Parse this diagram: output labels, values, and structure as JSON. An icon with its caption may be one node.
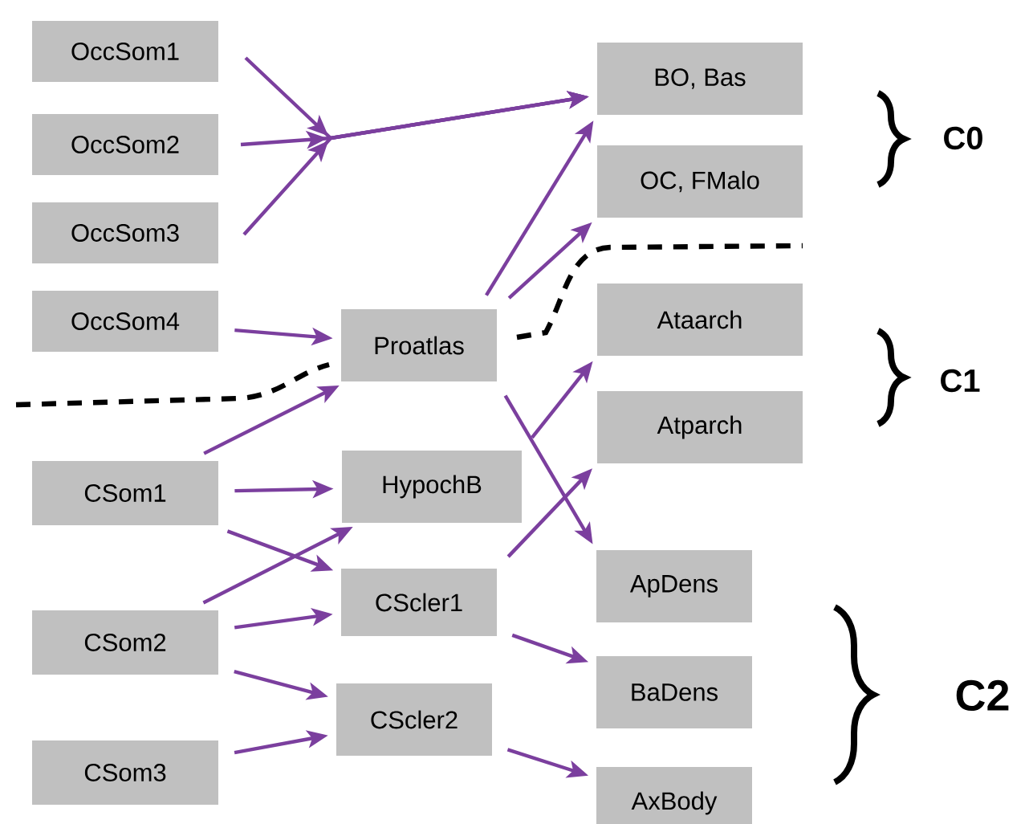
{
  "diagram": {
    "nodes": [
      {
        "text": [
          "OccSom1"
        ]
      },
      {
        "text": [
          "OccSom2"
        ]
      },
      {
        "text": [
          "OccSom3"
        ]
      },
      {
        "text": [
          "OccSom4"
        ]
      },
      {
        "text": [
          "CSom1"
        ]
      },
      {
        "text": [
          "CSom2"
        ]
      },
      {
        "text": [
          "CSom3"
        ]
      },
      {
        "text": [
          "Proatlas"
        ]
      },
      {
        "text": [
          "HypochB"
        ]
      },
      {
        "text": [
          "CScler1"
        ]
      },
      {
        "text": [
          "CScler2"
        ]
      },
      {
        "text": [
          "BO, Bas"
        ]
      },
      {
        "text": [
          "OC, FMalo"
        ]
      },
      {
        "text": [
          "Ataarch"
        ]
      },
      {
        "text": [
          "Atparch"
        ]
      },
      {
        "text": [
          "ApDens"
        ]
      },
      {
        "text": [
          "BaDens"
        ]
      },
      {
        "text": [
          "AxBody"
        ]
      }
    ],
    "edges": [
      {
        "from": 0,
        "to": 11,
        "arrow": "to"
      },
      {
        "from": 1,
        "to": 11,
        "arrow": "to"
      },
      {
        "from": 2,
        "to": 11,
        "arrow": "to"
      },
      {
        "from": 3,
        "to": 7,
        "arrow": "to"
      },
      {
        "from": 7,
        "to": 11,
        "arrow": "to"
      },
      {
        "from": 7,
        "to": 12,
        "arrow": "to"
      },
      {
        "from": 7,
        "to": 15,
        "arrow": "to"
      },
      {
        "from": 4,
        "to": 7,
        "arrow": "to"
      },
      {
        "from": 4,
        "to": 8,
        "arrow": "to"
      },
      {
        "from": 4,
        "to": 9,
        "arrow": "to"
      },
      {
        "from": 5,
        "to": 8,
        "arrow": "to"
      },
      {
        "from": 5,
        "to": 9,
        "arrow": "to"
      },
      {
        "from": 5,
        "to": 10,
        "arrow": "to"
      },
      {
        "from": 6,
        "to": 10,
        "arrow": "to"
      },
      {
        "from": 8,
        "to": 13,
        "arrow": "to"
      },
      {
        "from": 9,
        "to": 14,
        "arrow": "to"
      },
      {
        "from": 9,
        "to": 16,
        "arrow": "to"
      },
      {
        "from": 10,
        "to": 17,
        "arrow": "to"
      }
    ],
    "labels": [
      "C0",
      "C1",
      "C2"
    ]
  }
}
